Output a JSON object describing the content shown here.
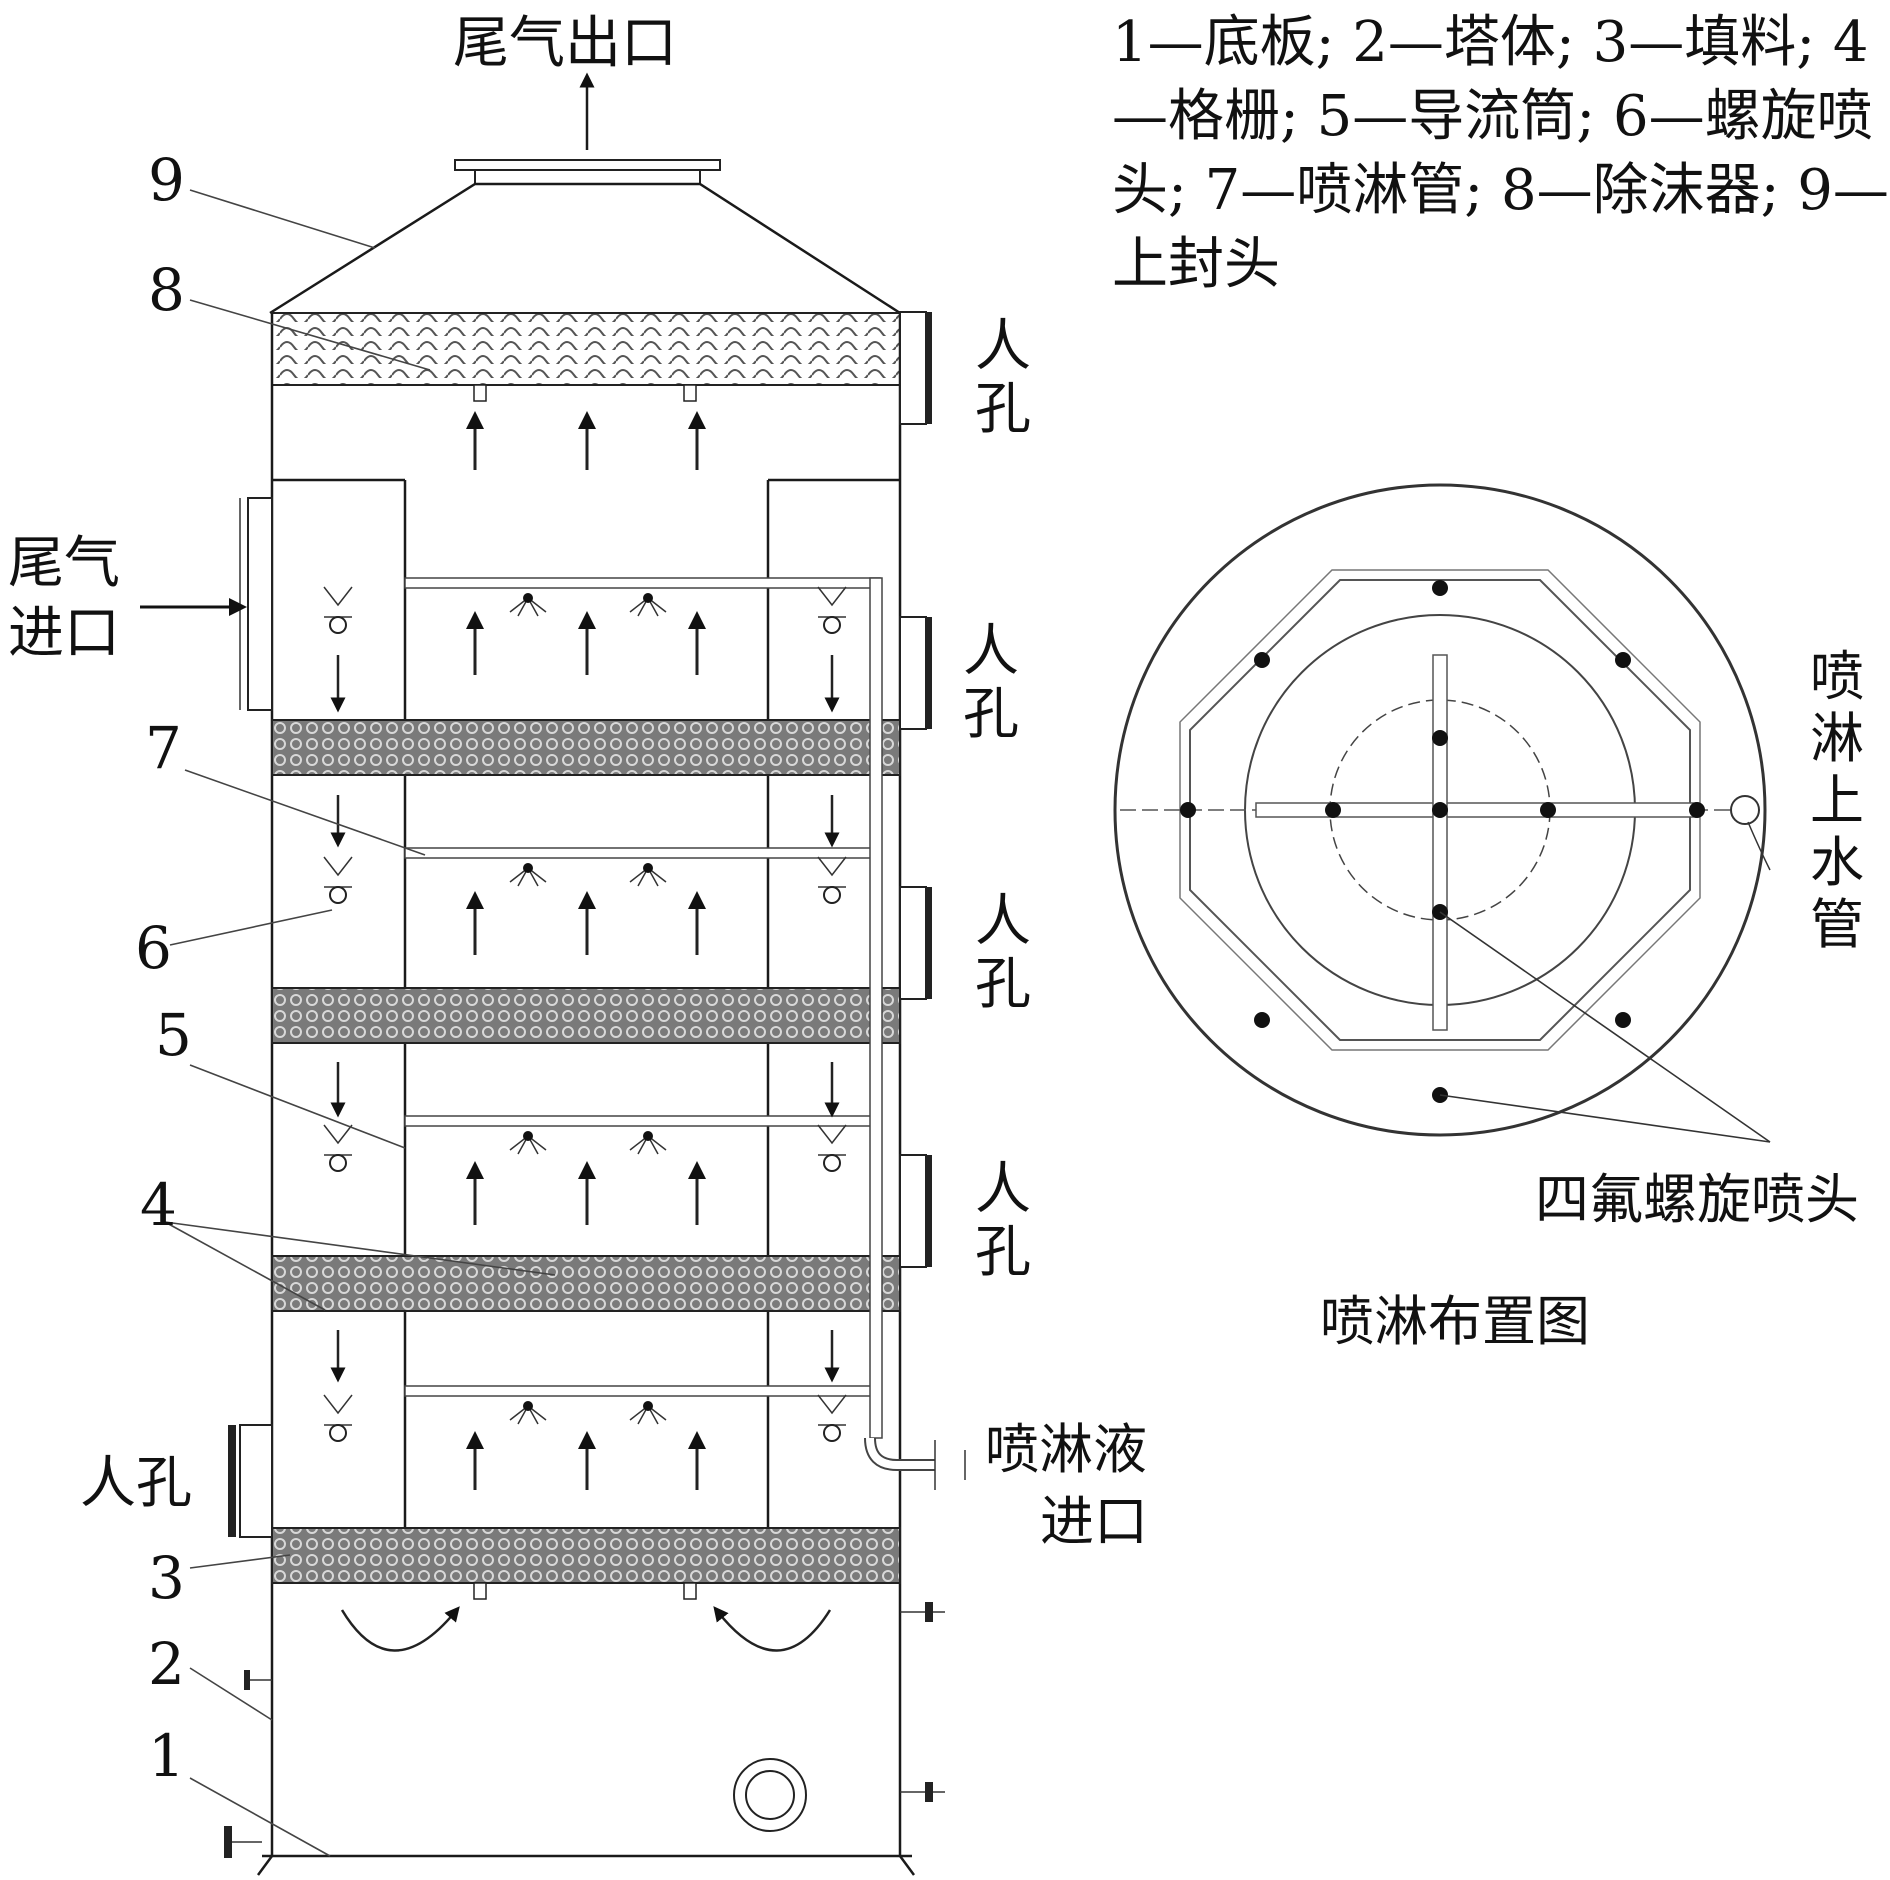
{
  "legend": "1—底板; 2—塔体; 3—填料; 4—格栅; 5—导流筒; 6—螺旋喷头; 7—喷淋管; 8—除沫器; 9—上封头",
  "labels": {
    "outlet": "尾气出口",
    "inlet_line1": "尾气",
    "inlet_line2": "进口",
    "manhole_v1": "人",
    "manhole_v2": "孔",
    "manhole_h": "人孔",
    "spray_inlet_line1": "喷淋液",
    "spray_inlet_line2": "进口",
    "water_pipe": [
      "喷",
      "淋",
      "上",
      "水",
      "管"
    ],
    "nozzle_label": "四氟螺旋喷头",
    "layout_title": "喷淋布置图"
  },
  "part_numbers": [
    "9",
    "8",
    "7",
    "6",
    "5",
    "4",
    "3",
    "2",
    "1"
  ]
}
